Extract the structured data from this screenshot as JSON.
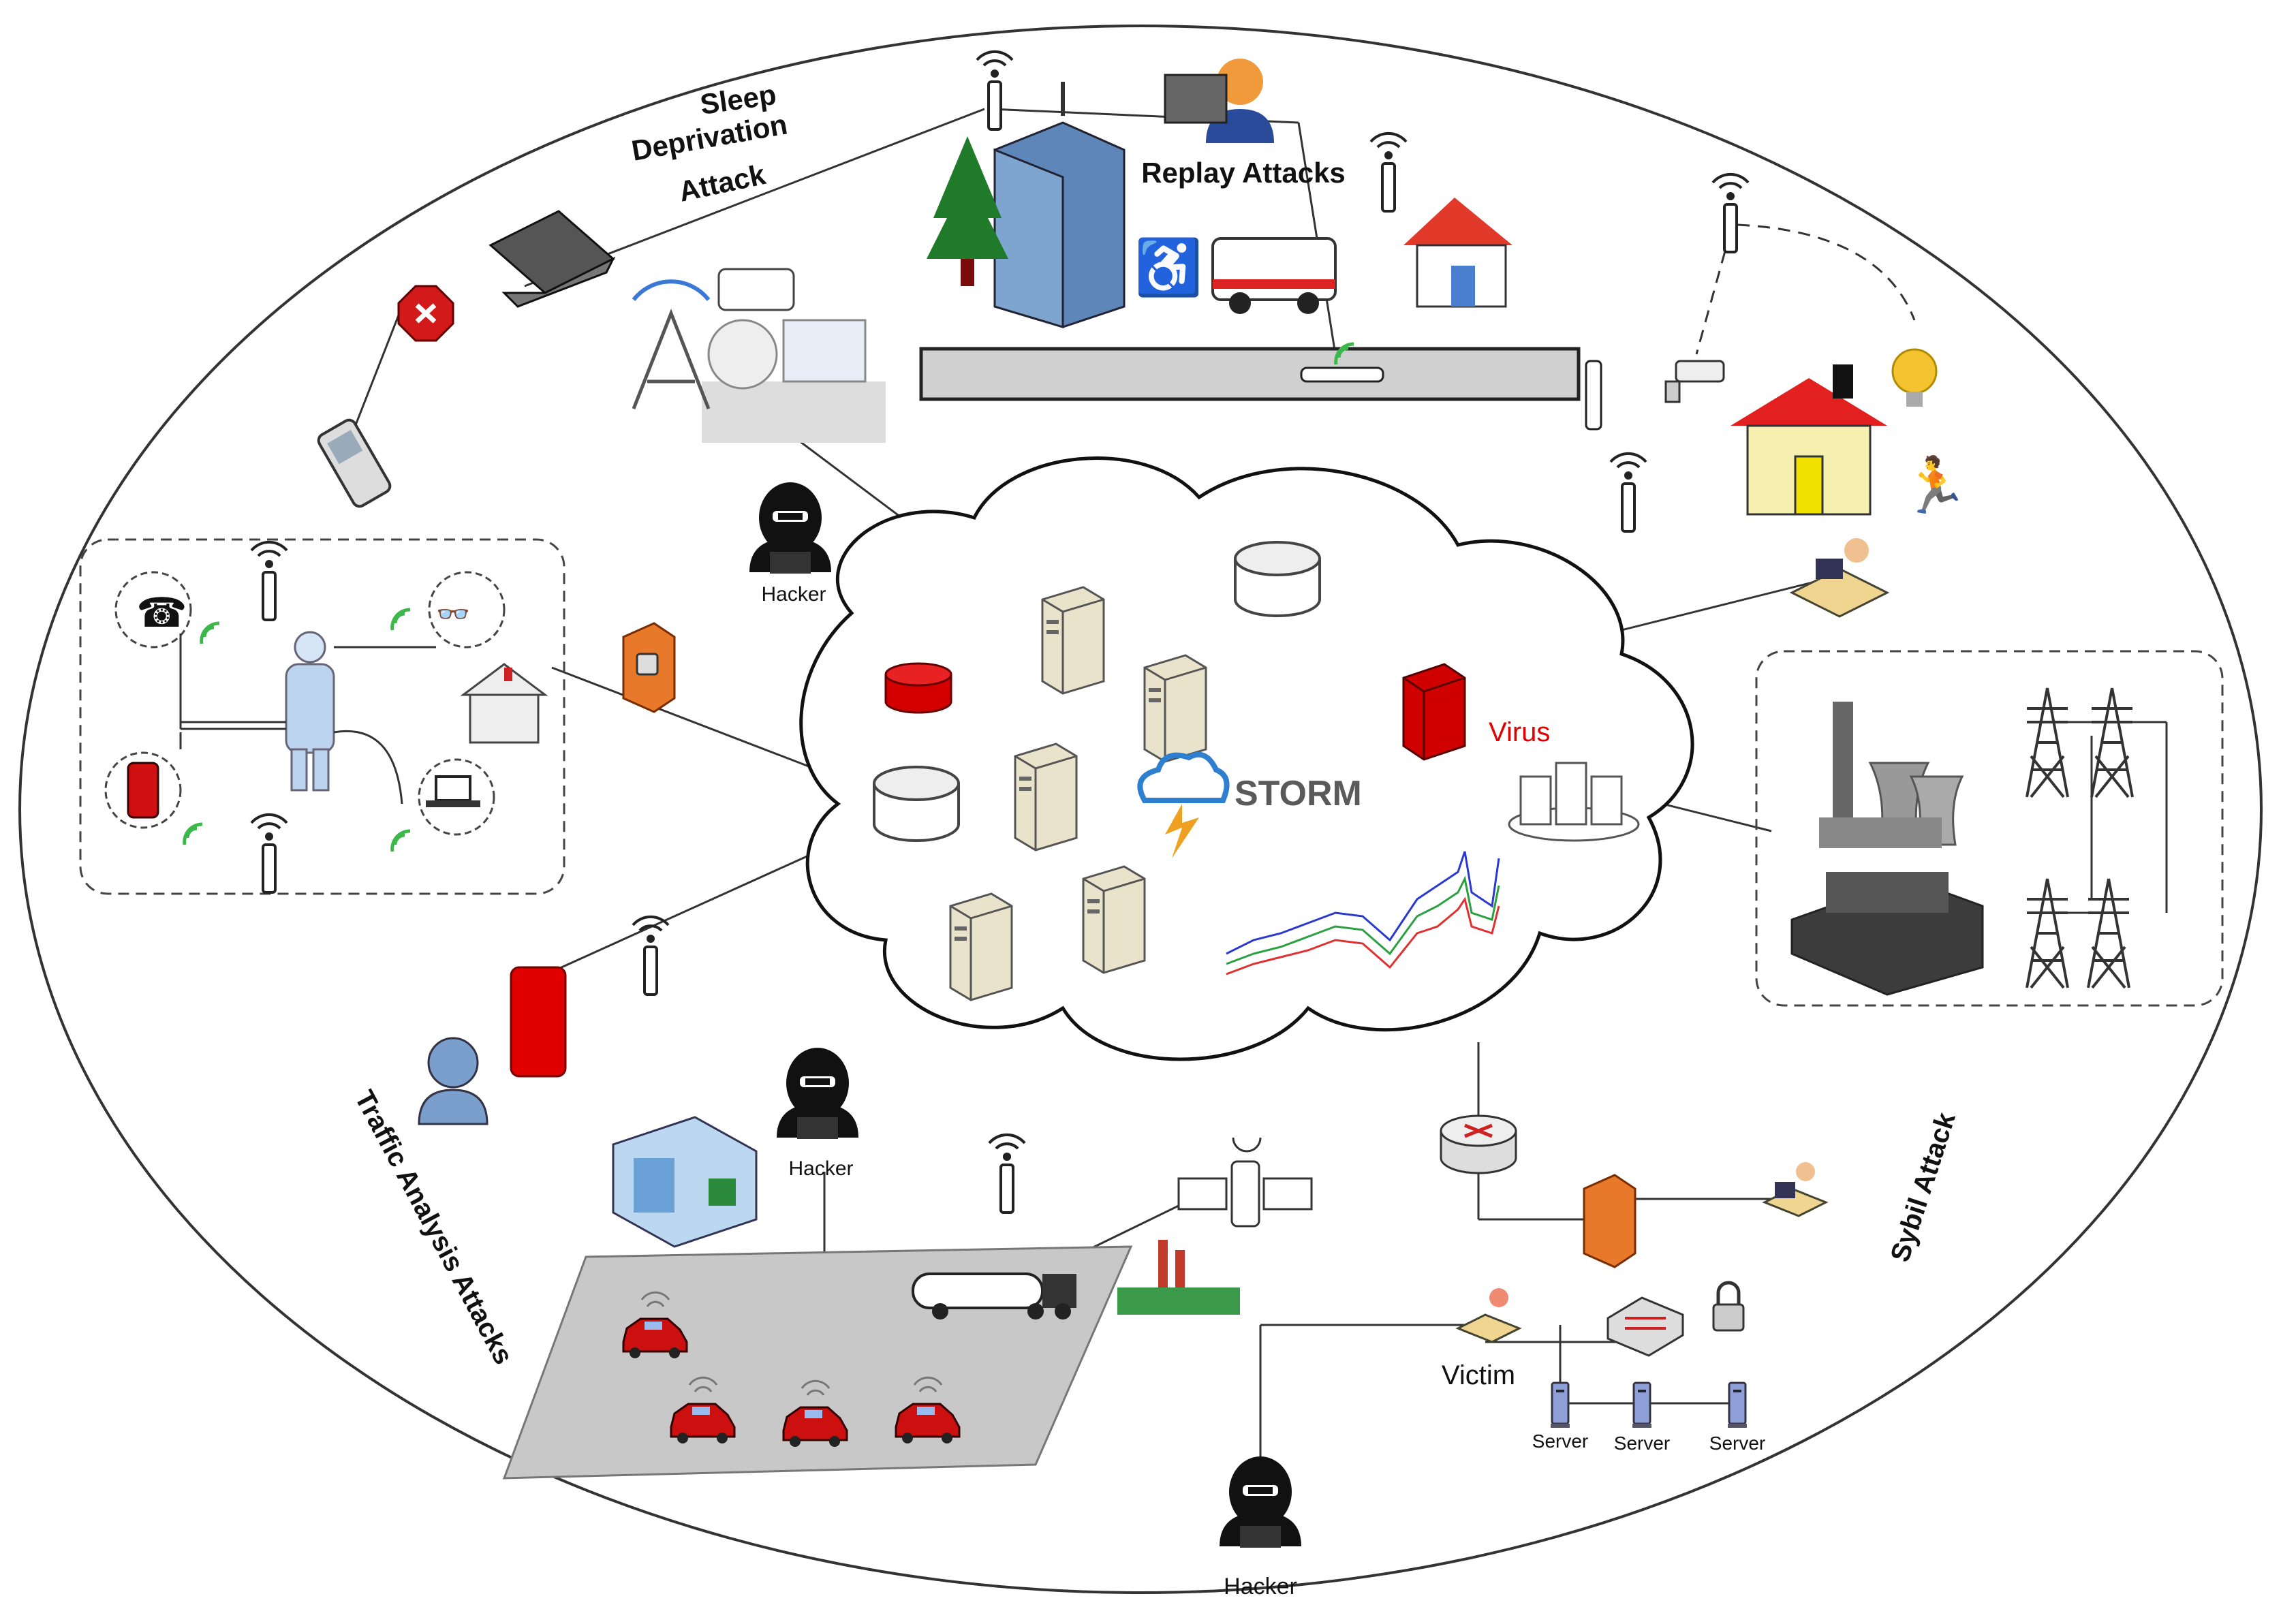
{
  "labels": {
    "sleep_l1": "Sleep",
    "sleep_l2": "Deprivation",
    "sleep_l3": "Attack",
    "replay": "Replay Attacks",
    "traffic": "Traffic Analysis Attacks",
    "sybil": "Sybil Attack",
    "virus": "Virus",
    "storm": "STORM",
    "hacker": "Hacker",
    "victim": "Victim",
    "server": "Server"
  },
  "colors": {
    "red": "#e00000",
    "storm_blue": "#2f7fd0",
    "storm_text": "#5a5a5a",
    "gray_panel": "#c8c8c8",
    "wifi_green": "#3cb84a"
  },
  "icons": [
    "wifi-tower-icon",
    "laptop-icon",
    "stop-sign-icon",
    "phone-icon",
    "building-icon",
    "tree-icon",
    "ambulance-icon",
    "wheelchair-icon",
    "house-icon",
    "operator-icon",
    "camera-icon",
    "bulb-icon",
    "running-person-icon",
    "firewall-icon",
    "hacker-icon",
    "database-icon",
    "server-icon",
    "router-icon",
    "satellite-icon",
    "truck-icon",
    "car-icon",
    "factory-icon",
    "power-tower-icon",
    "switch-icon",
    "lock-icon",
    "smartphone-icon",
    "user-icon"
  ]
}
